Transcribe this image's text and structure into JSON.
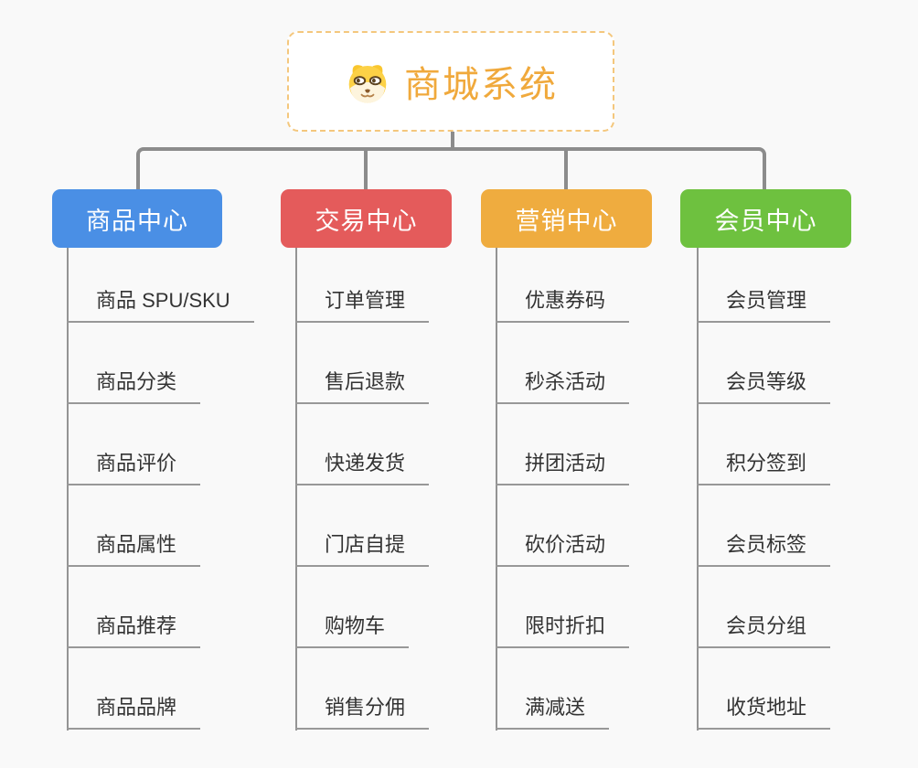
{
  "background_color": "#f9f9f9",
  "connector_color": "#8c8c8c",
  "root": {
    "label": "商城系统",
    "icon": "dog-face-icon",
    "text_color": "#f0a93c",
    "border_color": "#f4c77d",
    "fill_color": "#ffffff"
  },
  "branches": [
    {
      "label": "商品中心",
      "color": "#4a8fe5",
      "children": [
        "商品 SPU/SKU",
        "商品分类",
        "商品评价",
        "商品属性",
        "商品推荐",
        "商品品牌"
      ]
    },
    {
      "label": "交易中心",
      "color": "#e45b5b",
      "children": [
        "订单管理",
        "售后退款",
        "快递发货",
        "门店自提",
        "购物车",
        "销售分佣"
      ]
    },
    {
      "label": "营销中心",
      "color": "#efac3f",
      "children": [
        "优惠券码",
        "秒杀活动",
        "拼团活动",
        "砍价活动",
        "限时折扣",
        "满减送"
      ]
    },
    {
      "label": "会员中心",
      "color": "#6ec13f",
      "children": [
        "会员管理",
        "会员等级",
        "积分签到",
        "会员标签",
        "会员分组",
        "收货地址"
      ]
    }
  ]
}
